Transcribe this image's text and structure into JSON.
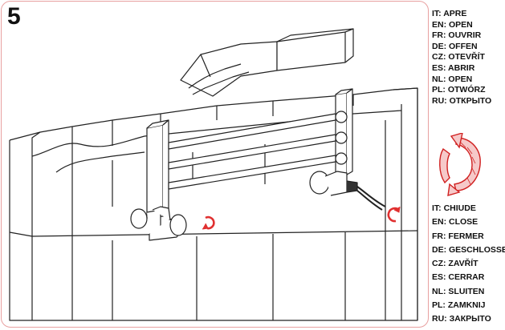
{
  "step_number": "5",
  "open_labels": [
    "IT: APRE",
    "EN: OPEN",
    "FR: OUVRIR",
    "DE: OFFEN",
    "CZ: OTEVŘÍT",
    "ES: ABRIR",
    "NL: OPEN",
    "PL: OTWÓRZ",
    "RU: ОТКРЫТО"
  ],
  "close_labels": [
    "IT: CHIUDE",
    "EN: CLOSE",
    "FR: FERMER",
    "DE: GESCHLOSSEN",
    "CZ: ZAVŘÍT",
    "ES: CERRAR",
    "NL: SLUITEN",
    "PL: ZAMKNIJ",
    "RU: ЗАКРЫТО"
  ],
  "colors": {
    "arrow": "#e03030",
    "frame": "#e8a0a0",
    "line": "#222222"
  },
  "icons": [
    "open-rotation-arrow-icon",
    "close-rotation-arrow-icon"
  ]
}
